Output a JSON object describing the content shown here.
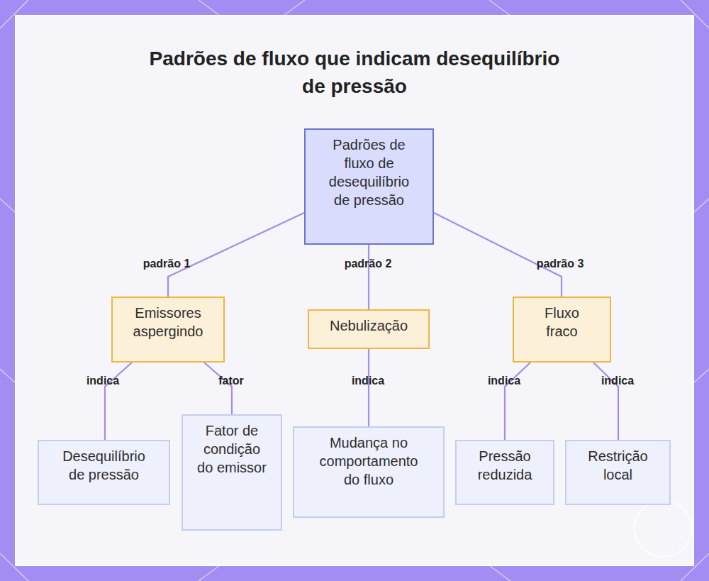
{
  "diagram": {
    "title": "Padrões de fluxo que indicam desequilíbrio de pressão",
    "nodes": [
      {
        "text": [
          "Padrões de fluxo de desequilíbrio de pressão"
        ]
      },
      {
        "text": [
          "Emissores aspergindo"
        ]
      },
      {
        "text": [
          "Nebulização"
        ]
      },
      {
        "text": [
          "Fluxo fraco"
        ]
      },
      {
        "text": [
          "Desequilíbrio de pressão"
        ]
      },
      {
        "text": [
          "Fator de condição do emissor"
        ]
      },
      {
        "text": [
          "Mudança no comportamento do fluxo"
        ]
      },
      {
        "text": [
          "Pressão reduzida"
        ]
      },
      {
        "text": [
          "Restrição local"
        ]
      }
    ],
    "edges": [
      {
        "from": 0,
        "to": 1,
        "arrow": "none",
        "label": "padrão 1"
      },
      {
        "from": 0,
        "to": 2,
        "arrow": "none",
        "label": "padrão 2"
      },
      {
        "from": 0,
        "to": 3,
        "arrow": "none",
        "label": "padrão 3"
      },
      {
        "from": 1,
        "to": 4,
        "arrow": "none",
        "label": "indica"
      },
      {
        "from": 1,
        "to": 5,
        "arrow": "none",
        "label": "fator"
      },
      {
        "from": 2,
        "to": 6,
        "arrow": "none",
        "label": "indica"
      },
      {
        "from": 3,
        "to": 7,
        "arrow": "none",
        "label": "indica"
      },
      {
        "from": 3,
        "to": 8,
        "arrow": "none",
        "label": "indica"
      }
    ]
  }
}
